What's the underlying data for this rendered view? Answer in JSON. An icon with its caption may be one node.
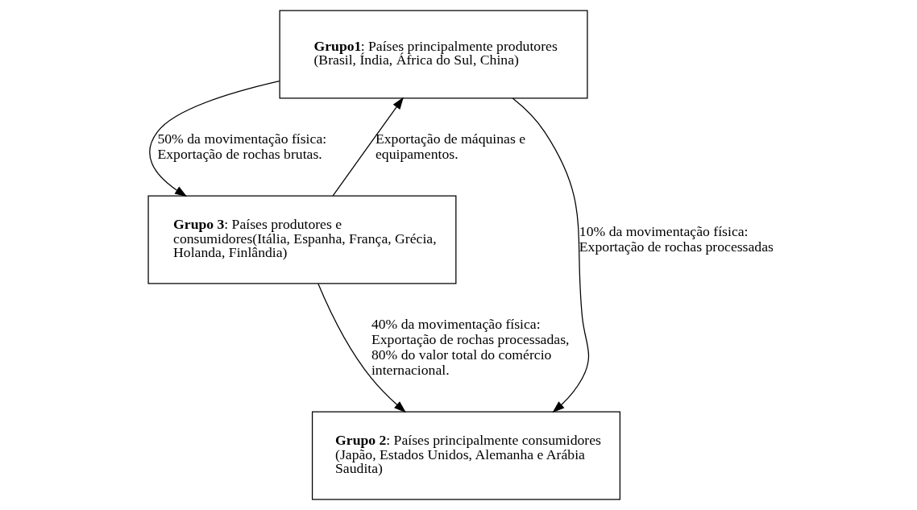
{
  "diagram": {
    "nodes": [
      {
        "text": [
          "**Grupo1**: Países principalmente produtores (Brasil, Índia, África do Sul, China)"
        ]
      },
      {
        "text": [
          "**Grupo 3**: Países produtores e consumidores(Itália, Espanha, França, Grécia, Holanda, Finlândia)"
        ]
      },
      {
        "text": [
          "**Grupo 2**: Países principalmente consumidores (Japão, Estados Unidos, Alemanha e Arábia Saudita)"
        ]
      }
    ],
    "edges": [
      {
        "from": 0,
        "to": 1,
        "arrow": "to",
        "label": "50% da movimentação física: Exportação de rochas brutas."
      },
      {
        "from": 1,
        "to": 0,
        "arrow": "to",
        "label": "Exportação de máquinas e equipamentos."
      },
      {
        "from": 0,
        "to": 2,
        "arrow": "to",
        "label": "10% da movimentação física: Exportação de rochas processadas"
      },
      {
        "from": 1,
        "to": 2,
        "arrow": "to",
        "label": "40% da movimentação física: Exportação de rochas processadas, 80% do valor total do comércio internacional."
      }
    ]
  }
}
